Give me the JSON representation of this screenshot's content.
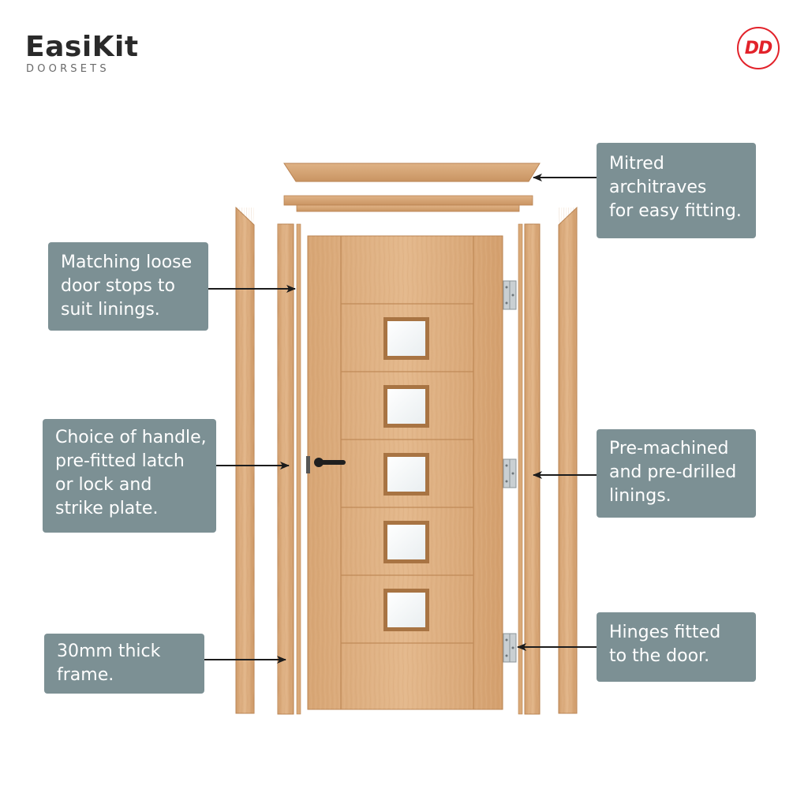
{
  "brand": {
    "name": "EasiKit",
    "subtitle": "DOORSETS",
    "badge": "DD",
    "badge_color": "#e2222a"
  },
  "colors": {
    "callout_bg": "#7c9094",
    "wood_light": "#e3b88d",
    "wood_mid": "#d6a677",
    "wood_dark": "#b98352"
  },
  "callouts": {
    "stops": {
      "lines": [
        "Matching loose",
        "door stops to",
        "suit linings."
      ]
    },
    "handle": {
      "lines": [
        "Choice of handle,",
        "pre-fitted latch",
        "or lock and",
        "strike plate."
      ]
    },
    "frame": {
      "lines": [
        "30mm thick",
        "frame."
      ]
    },
    "architraves": {
      "lines": [
        "Mitred",
        "architraves",
        "for easy fitting."
      ]
    },
    "linings": {
      "lines": [
        "Pre-machined",
        "and pre-drilled",
        "linings."
      ]
    },
    "hinges": {
      "lines": [
        "Hinges fitted",
        "to the door."
      ]
    }
  },
  "icons": {
    "arrow": "arrow-icon",
    "hinge": "hinge-icon",
    "handle": "door-handle-icon"
  }
}
